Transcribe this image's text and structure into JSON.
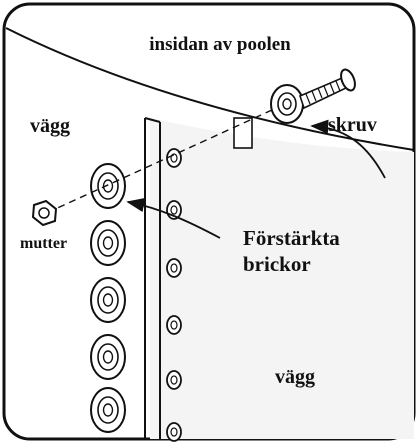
{
  "diagram": {
    "labels": {
      "pool_inside": "insidan av poolen",
      "wall_left": "vägg",
      "wall_right": "vägg",
      "screw": "skruv",
      "nut": "mutter",
      "washers_line1": "Förstärkta",
      "washers_line2": "brickor"
    },
    "stroke_color": "#111111",
    "fill_color": "#ffffff",
    "shade_color": "#f2f2f2"
  }
}
